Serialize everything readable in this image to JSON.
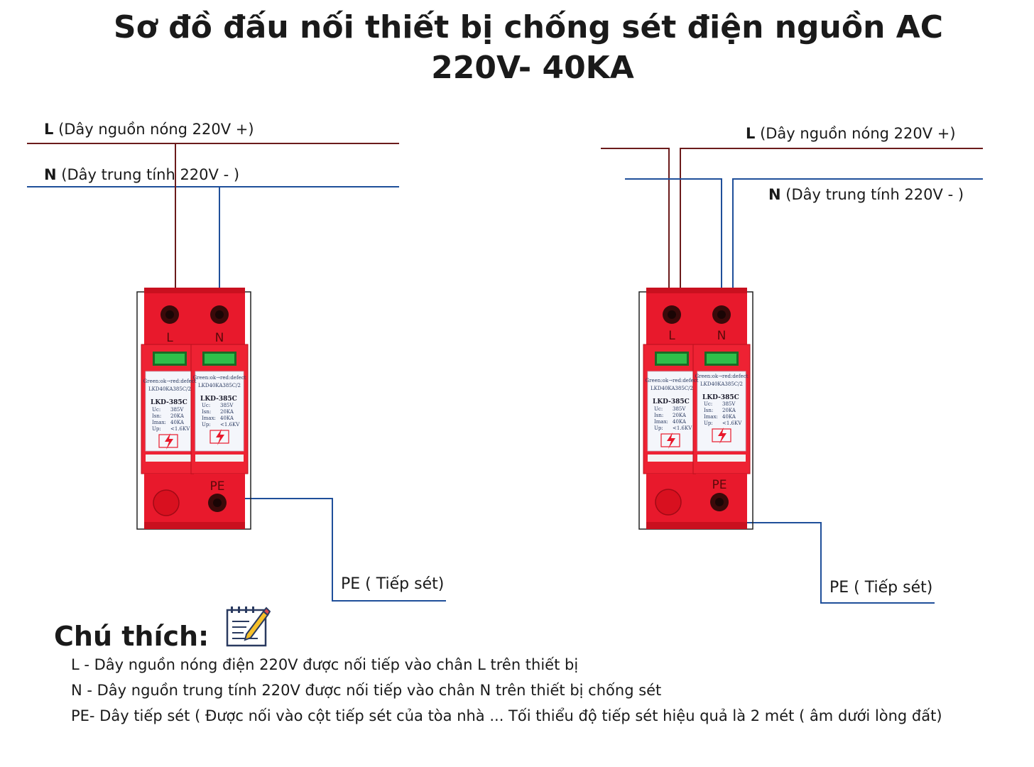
{
  "title": {
    "line1": "Sơ đồ đấu nối thiết bị chống sét điện nguồn AC",
    "line2": "220V- 40KA"
  },
  "wire_labels": {
    "L_key": "L",
    "L_text": " (Dây nguồn nóng 220V +)",
    "N_key": "N",
    "N_text": " (Dây trung tính 220V - )",
    "PE": "PE ( Tiếp sét)"
  },
  "device": {
    "pin_L": "L",
    "pin_N": "N",
    "pin_PE": "PE",
    "status_legend": "Green:ok→red:defect",
    "part_number": "LKD40KA385C/2",
    "model": "LKD-385C",
    "specs": [
      {
        "key": "Uc:",
        "value": "385V"
      },
      {
        "key": "Isn:",
        "value": "20KA"
      },
      {
        "key": "Imax:",
        "value": "40KA"
      },
      {
        "key": "Up:",
        "value": "<1.6KV"
      }
    ]
  },
  "notes": {
    "heading": "Chú thích:",
    "lines": [
      "L - Dây nguồn nóng điện 220V được nối tiếp vào chân L trên thiết bị",
      "N - Dây nguồn trung tính 220V được nối tiếp vào chân N trên thiết bị chống sét",
      "PE- Dây tiếp sét ( Được nối vào cột tiếp sét của tòa nhà ... Tối thiểu độ tiếp sét hiệu quả là 2 mét ( âm dưới lòng đất)"
    ]
  },
  "colors": {
    "live_wire": "#6b1b1b",
    "neutral_wire": "#1f4f9a",
    "pe_wire": "#1f4f9a",
    "device_red": "#e8192c",
    "indicator_green": "#2fbf4a"
  }
}
